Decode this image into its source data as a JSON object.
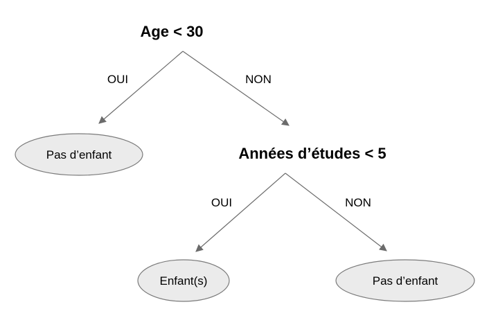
{
  "root": {
    "label": "Age < 30",
    "left_branch": "OUI",
    "right_branch": "NON"
  },
  "leaf_left": {
    "label": "Pas d’enfant"
  },
  "node2": {
    "label": "Années d’études < 5",
    "left_branch": "OUI",
    "right_branch": "NON"
  },
  "leaf_mid": {
    "label": "Enfant(s)"
  },
  "leaf_right": {
    "label": "Pas d’enfant"
  }
}
